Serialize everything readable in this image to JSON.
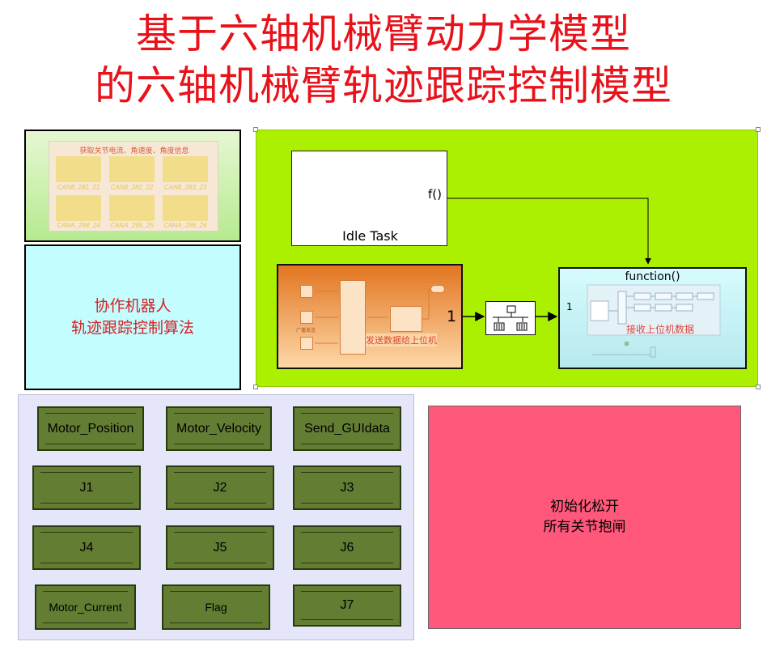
{
  "title": {
    "line1": "基于六轴机械臂动力学模型",
    "line2": "的六轴机械臂轨迹跟踪控制模型"
  },
  "can_preview": {
    "header": "获取关节电流、角速度、角度信息",
    "labels": [
      "CAN8_281_21",
      "CAN8_282_22",
      "CAN8_283_23",
      "CANA_284_24",
      "CANA_285_25",
      "CANA_286_26"
    ]
  },
  "algorithm_block": {
    "line1": "协作机器人",
    "line2": "轨迹跟踪控制算法"
  },
  "idle_task": {
    "label": "Idle Task",
    "port": "f()"
  },
  "send_block": {
    "label": "发送数据给上位机",
    "inner_label": "广播发送",
    "out_port": "1"
  },
  "function_block": {
    "title": "function()",
    "label": "接收上位机数据",
    "in_port": "1"
  },
  "goto_tags": [
    {
      "label": "Motor_Position"
    },
    {
      "label": "Motor_Velocity"
    },
    {
      "label": "Send_GUIdata"
    },
    {
      "label": "J1"
    },
    {
      "label": "J2"
    },
    {
      "label": "J3"
    },
    {
      "label": "J4"
    },
    {
      "label": "J5"
    },
    {
      "label": "J6"
    },
    {
      "label": "Motor_Current"
    },
    {
      "label": "Flag"
    },
    {
      "label": "J7"
    }
  ],
  "release_block": {
    "line1": "初始化松开",
    "line2": "所有关节抱闸"
  },
  "colors": {
    "title": "#e8121b",
    "green_area": "#aaf000",
    "algo_bg": "#c3fdfe",
    "goto_bg": "#637d33",
    "release_bg": "#ff587b",
    "orange": "#e27521"
  }
}
